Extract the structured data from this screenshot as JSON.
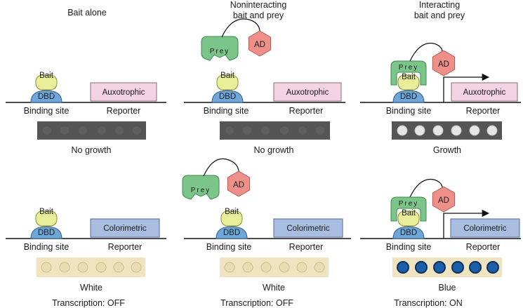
{
  "headers": {
    "bait_alone": "Bait alone",
    "noninteracting_line1": "Noninteracting",
    "noninteracting_line2": "bait and prey",
    "interacting_line1": "Interacting",
    "interacting_line2": "bait and prey"
  },
  "labels": {
    "bait": "Bait",
    "dbd": "DBD",
    "prey": "Prey",
    "ad": "AD",
    "binding_site": "Binding site",
    "reporter": "Reporter",
    "auxotrophic": "Auxotrophic",
    "colorimetric": "Colorimetric"
  },
  "results": {
    "no_growth": "No growth",
    "growth": "Growth",
    "white": "White",
    "blue": "Blue"
  },
  "transcription": {
    "off": "Transcription: OFF",
    "on": "Transcription: ON"
  },
  "colors": {
    "bait_fill": "#e9ee9a",
    "dbd_fill": "#6fa7d8",
    "prey_fill": "#7cc58a",
    "ad_fill": "#ee8f8a",
    "auxotrophic_fill": "#f4d3e3",
    "colorimetric_fill": "#a8bde0",
    "growth_plate": "#555555",
    "colony_white": "#e6e6e6",
    "plate_beige": "#efe4bf",
    "colony_blue": "#1c5fa8"
  }
}
